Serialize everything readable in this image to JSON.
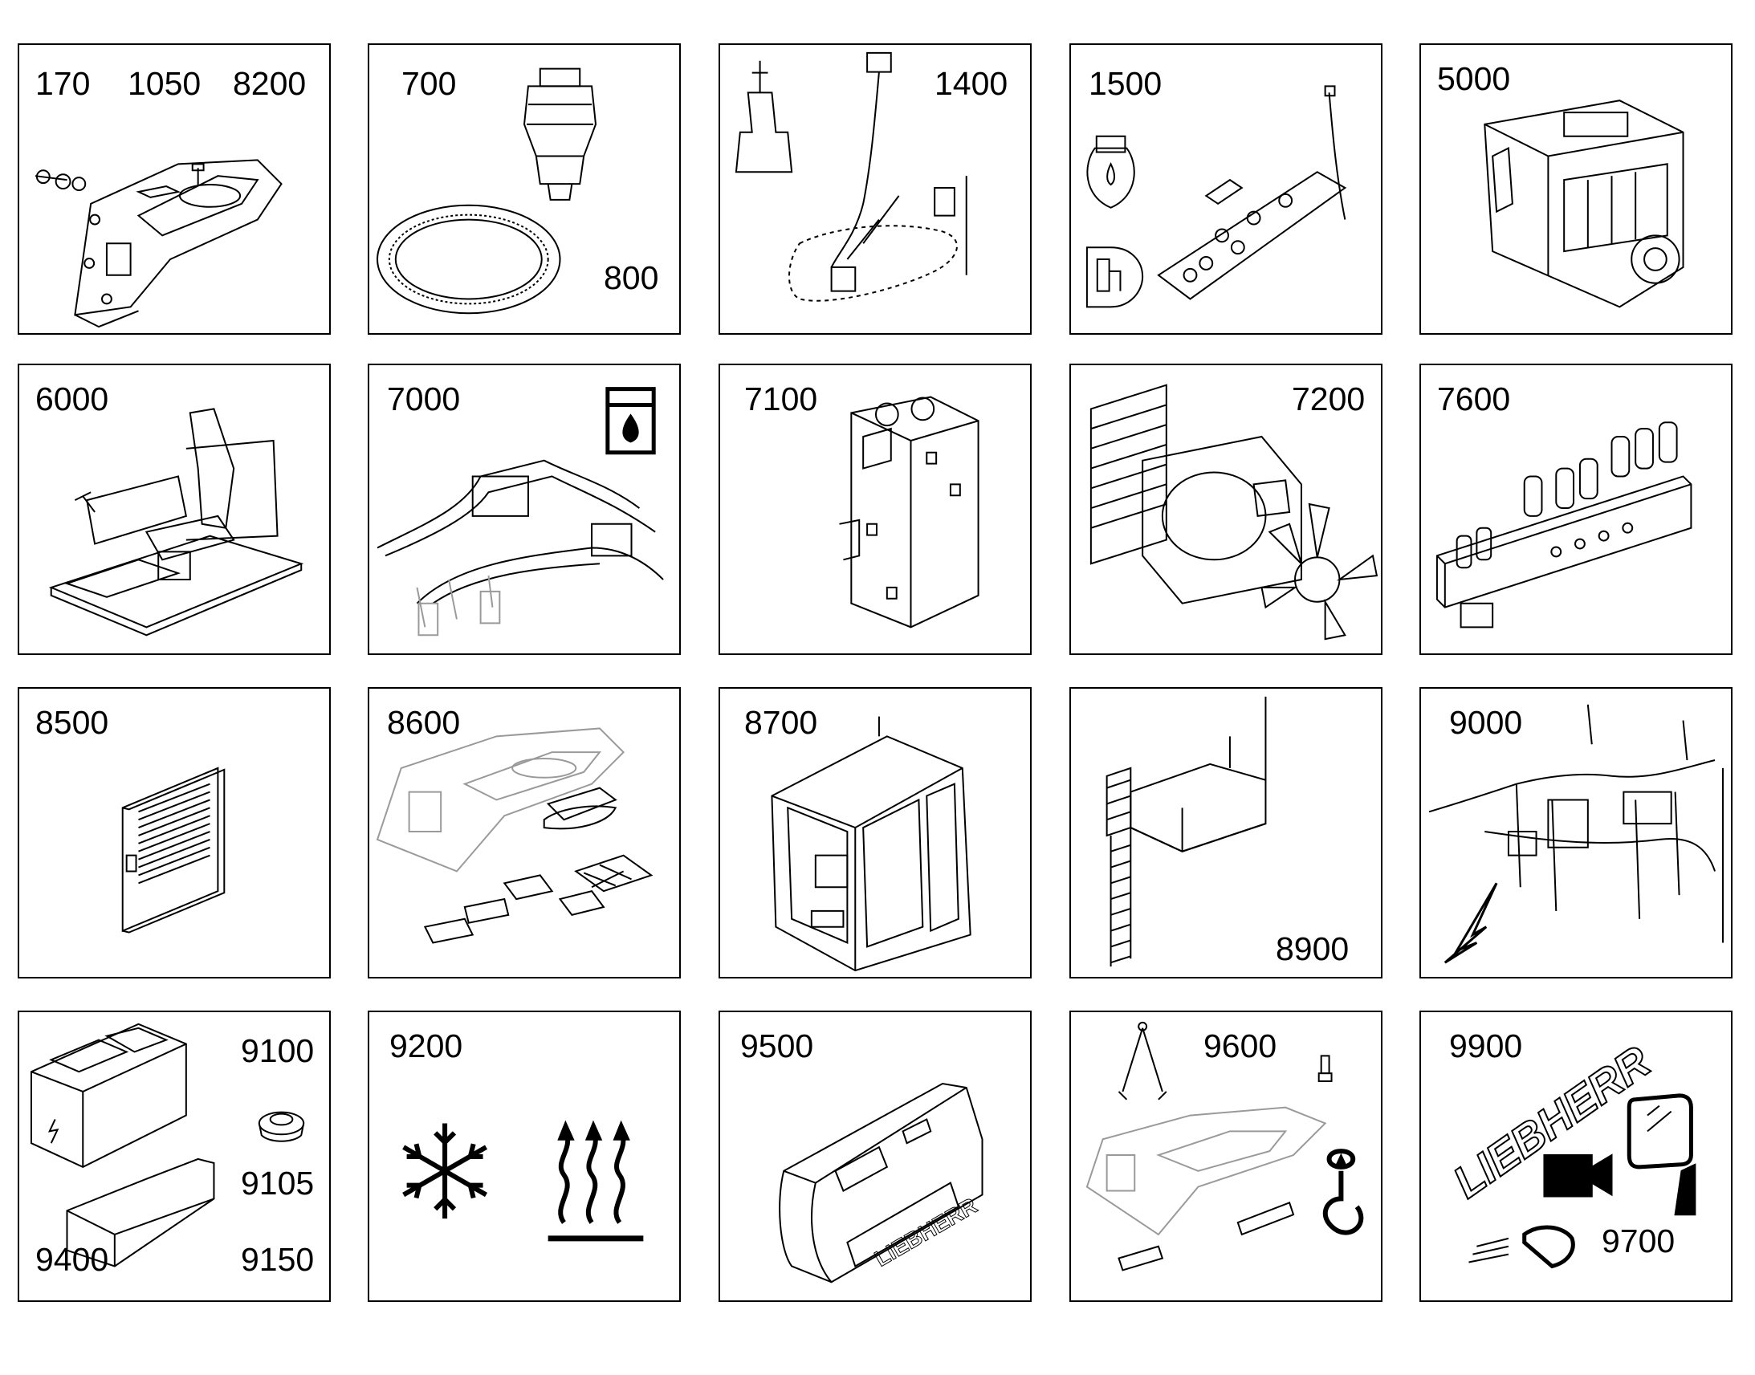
{
  "tiles": [
    {
      "id": "undercarriage",
      "icon": "undercarriage-frame-icon",
      "labels": [
        "170",
        "1050",
        "8200"
      ]
    },
    {
      "id": "swing",
      "icon": "swing-ring-icon",
      "labels": [
        "700",
        "800"
      ]
    },
    {
      "id": "pump",
      "icon": "pump-wiring-icon",
      "labels": [
        "1400"
      ]
    },
    {
      "id": "fuel",
      "icon": "fuel-valve-block-icon",
      "labels": [
        "1500"
      ]
    },
    {
      "id": "engine",
      "icon": "engine-icon",
      "labels": [
        "5000"
      ]
    },
    {
      "id": "seat",
      "icon": "operator-seat-icon",
      "labels": [
        "6000"
      ]
    },
    {
      "id": "hydraulics",
      "icon": "hydraulic-lines-icon",
      "labels": [
        "7000"
      ]
    },
    {
      "id": "tank",
      "icon": "hydraulic-tank-icon",
      "labels": [
        "7100"
      ]
    },
    {
      "id": "cooling",
      "icon": "cooler-fan-icon",
      "labels": [
        "7200"
      ]
    },
    {
      "id": "control-valve",
      "icon": "control-valve-icon",
      "labels": [
        "7600"
      ]
    },
    {
      "id": "grille",
      "icon": "grille-panel-icon",
      "labels": [
        "8500"
      ]
    },
    {
      "id": "covers",
      "icon": "frame-covers-icon",
      "labels": [
        "8600"
      ]
    },
    {
      "id": "cab",
      "icon": "operator-cab-icon",
      "labels": [
        "8700"
      ]
    },
    {
      "id": "access",
      "icon": "ladder-platform-icon",
      "labels": [
        "8900"
      ]
    },
    {
      "id": "electrical",
      "icon": "electrical-wiring-icon",
      "labels": [
        "9000"
      ]
    },
    {
      "id": "electrical-box",
      "icon": "electrical-box-icon",
      "labels": [
        "9100",
        "9105",
        "9400",
        "9150"
      ]
    },
    {
      "id": "climate",
      "icon": "climate-snowflake-heat-icon",
      "labels": [
        "9200"
      ]
    },
    {
      "id": "counterweight",
      "icon": "counterweight-icon",
      "labels": [
        "9500"
      ]
    },
    {
      "id": "lifting",
      "icon": "lifting-hook-icon",
      "labels": [
        "9600"
      ]
    },
    {
      "id": "accessories",
      "icon": "logo-camera-mirror-icon",
      "labels": [
        "9900",
        "9700"
      ]
    }
  ],
  "logo_text": "LIEBHERR",
  "colors": {
    "ink": "#000000",
    "paper": "#ffffff",
    "faded": "#9a9a9a"
  }
}
